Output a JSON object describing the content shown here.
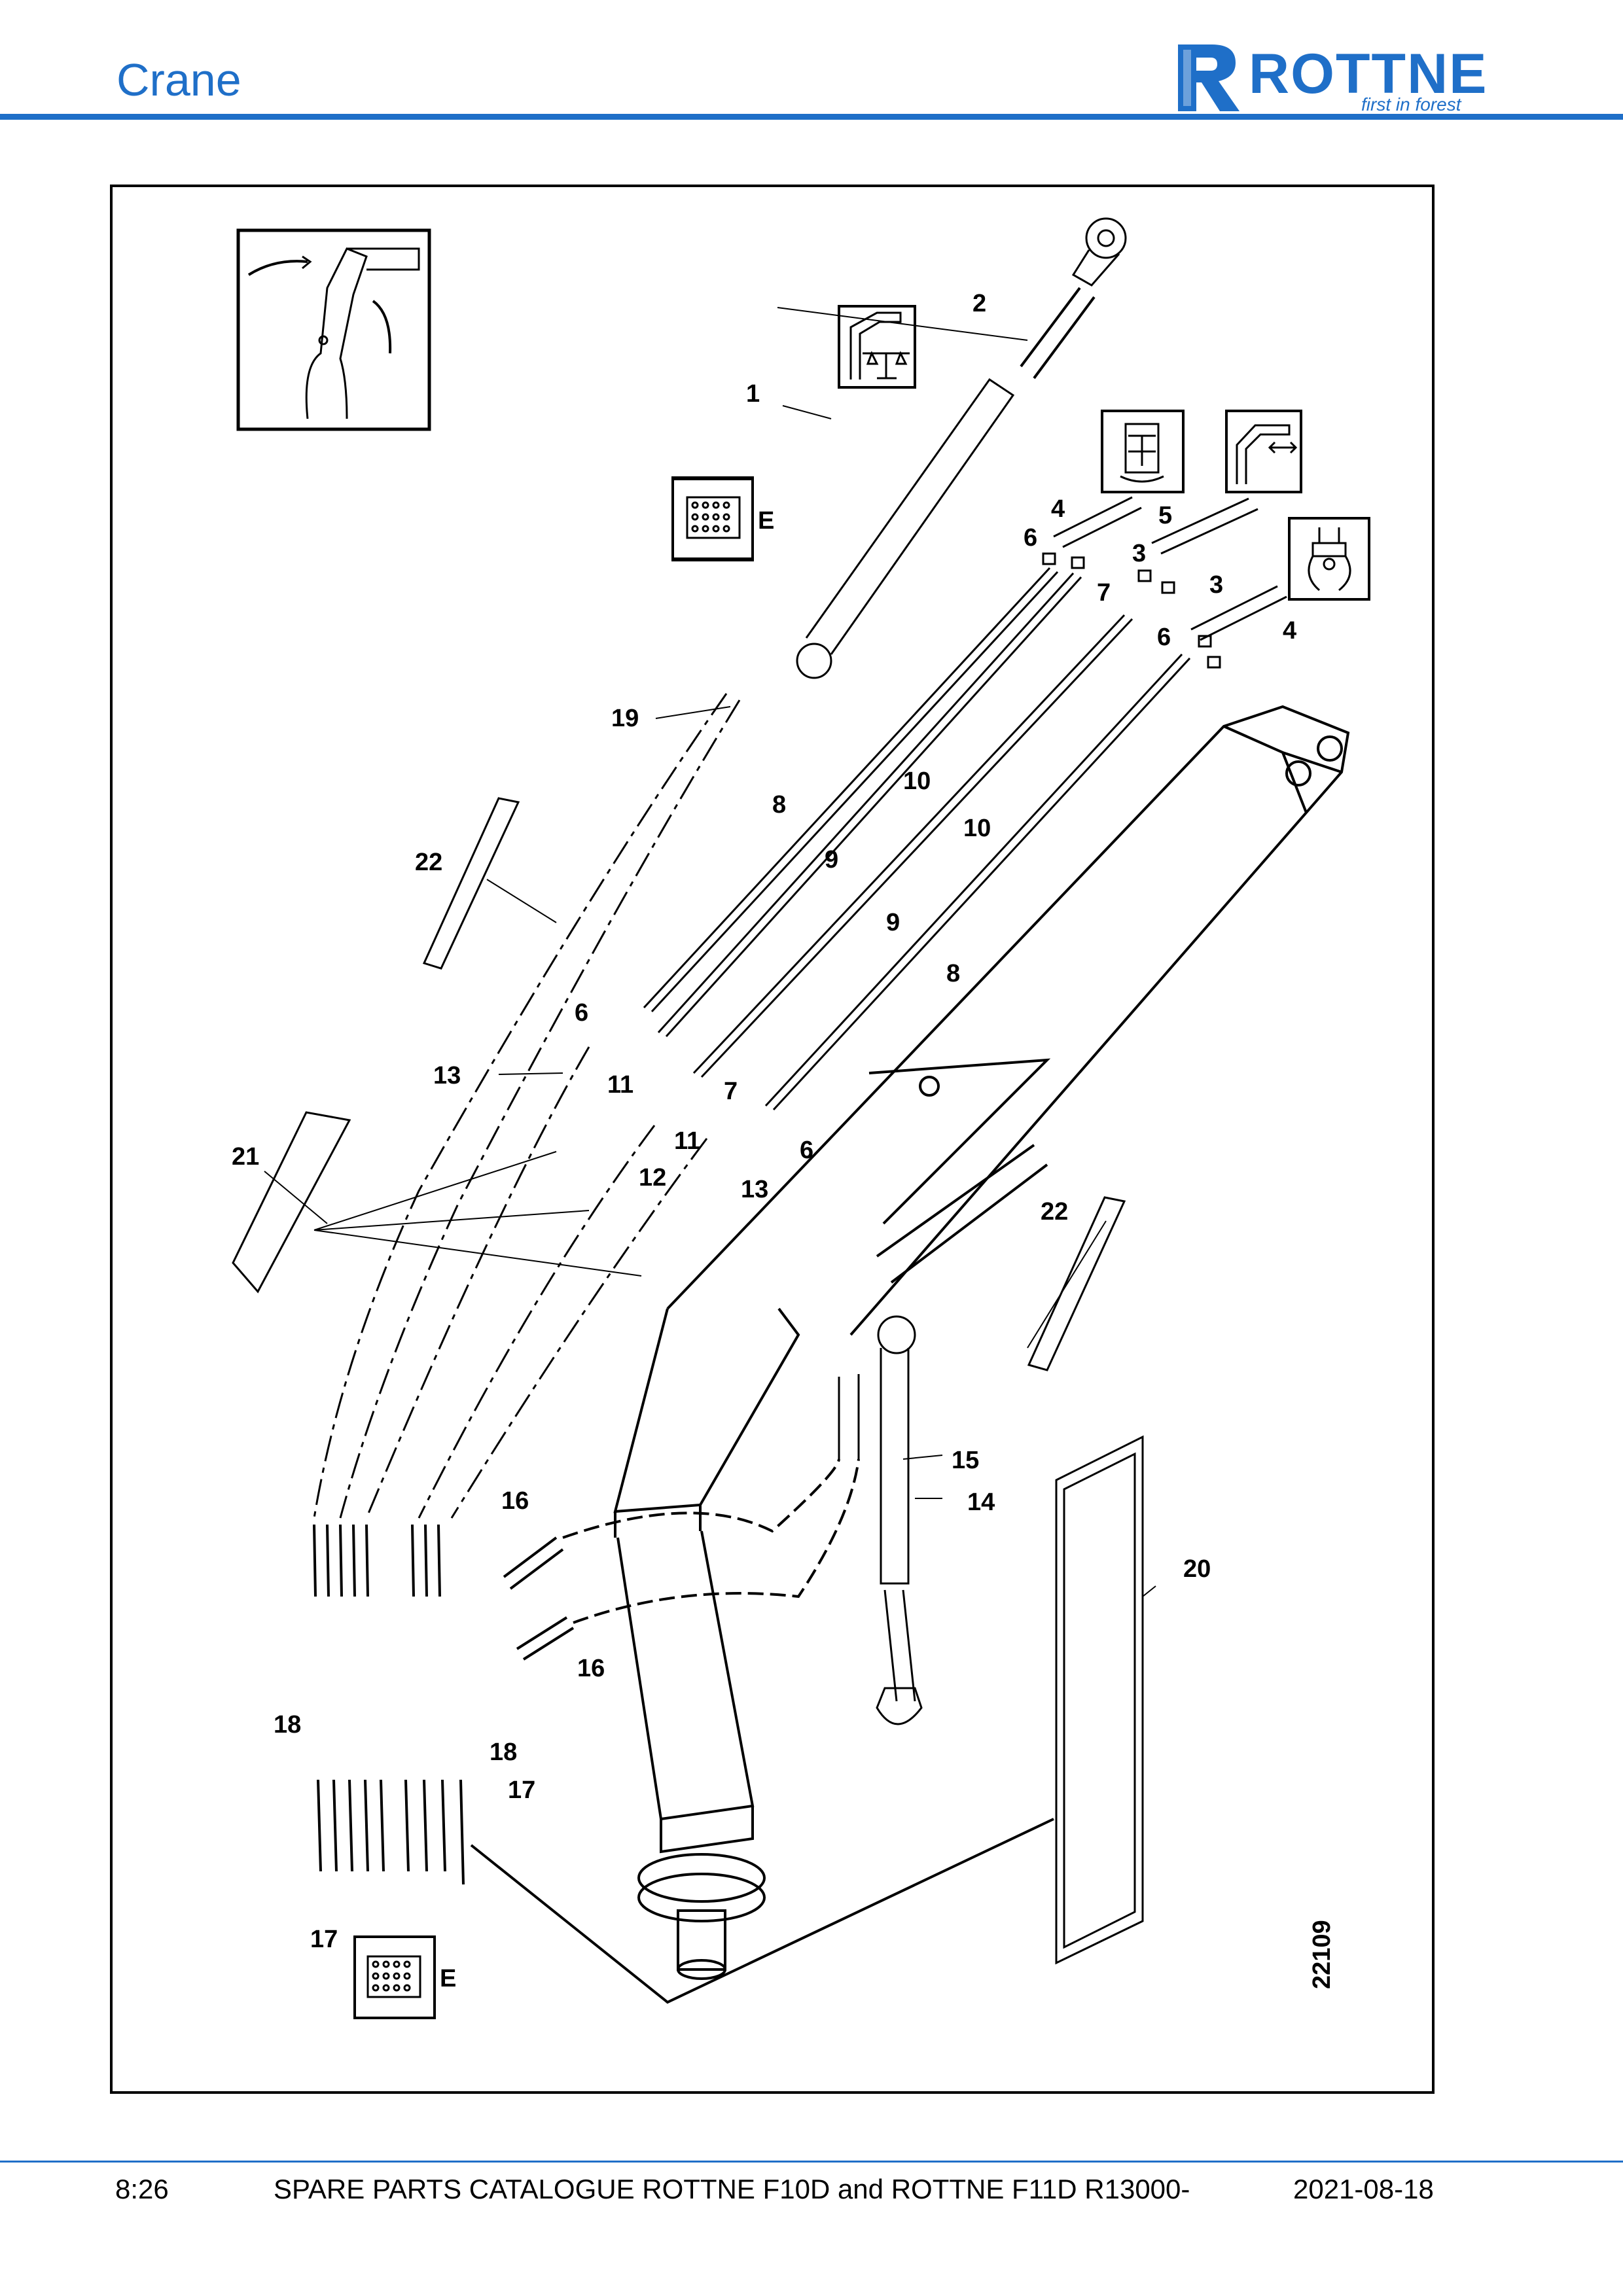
{
  "header": {
    "section_title": "Crane",
    "logo_word": "ROTTNE",
    "logo_tagline": "first in forest",
    "accent_color": "#1f6fc8"
  },
  "drawing": {
    "number": "22109",
    "callouts": {
      "c1": "1",
      "c2": "2",
      "c3a": "3",
      "c3b": "3",
      "c4a": "4",
      "c4b": "4",
      "c5": "5",
      "c6a": "6",
      "c6b": "6",
      "c6c": "6",
      "c6d": "6",
      "c7a": "7",
      "c7b": "7",
      "c8a": "8",
      "c8b": "8",
      "c9a": "9",
      "c9b": "9",
      "c10a": "10",
      "c10b": "10",
      "c11a": "11",
      "c11b": "11",
      "c12": "12",
      "c13a": "13",
      "c13b": "13",
      "c14": "14",
      "c15": "15",
      "c16a": "16",
      "c16b": "16",
      "c17a": "17",
      "c17b": "17",
      "c18a": "18",
      "c18b": "18",
      "c19": "19",
      "c20": "20",
      "c21": "21",
      "c22a": "22",
      "c22b": "22"
    },
    "box_letter_top": "E",
    "box_letter_bottom": "E",
    "icons": [
      "crane-boom-icon",
      "crane-balance-icon",
      "rotator-icon",
      "telescope-icon",
      "grapple-icon",
      "valve-block-icon"
    ]
  },
  "footer": {
    "page": "8:26",
    "title": "SPARE PARTS CATALOGUE ROTTNE F10D and ROTTNE F11D R13000-",
    "date": "2021-08-18"
  }
}
